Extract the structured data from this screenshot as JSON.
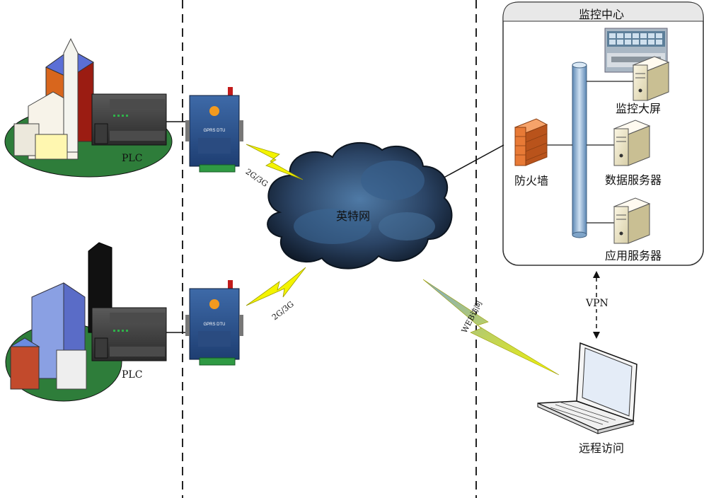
{
  "control_center": {
    "title": "监控中心",
    "big_screen_label": "监控大屏",
    "data_server_label": "数据服务器",
    "app_server_label": "应用服务器",
    "firewall_label": "防火墙"
  },
  "network": {
    "cloud_label": "英特网"
  },
  "sites": [
    {
      "plc_label": "PLC",
      "dtu_model": "GPRS DTU",
      "link_label": "2G/3G"
    },
    {
      "plc_label": "PLC",
      "dtu_model": "GPRS DTU",
      "link_label": "2G/3G"
    }
  ],
  "remote": {
    "vpn_label": "VPN",
    "web_label": "WEB访问",
    "laptop_label": "远程访问"
  },
  "colors": {
    "cloud": "#2e4a6e",
    "bolt": "#f2f200",
    "firewall": "#e06a28",
    "pipe": "#8fb4d8"
  }
}
